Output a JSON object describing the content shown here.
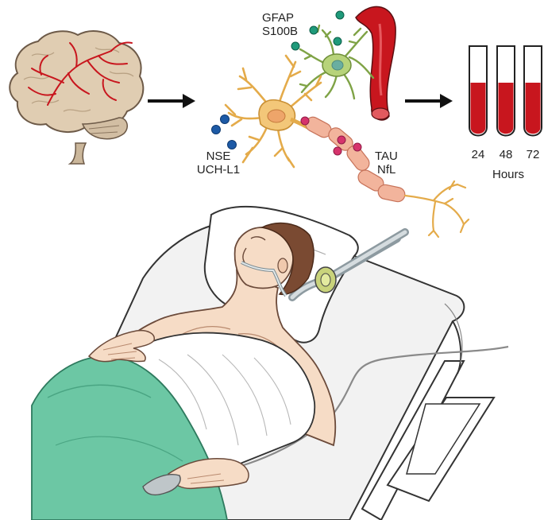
{
  "glia_markers": [
    "GFAP",
    "S100B"
  ],
  "neuron_markers": [
    "NSE",
    "UCH-L1"
  ],
  "axon_markers": [
    "TAU",
    "NfL"
  ],
  "sampling": {
    "times": [
      "24",
      "48",
      "72"
    ],
    "unit_label": "Hours"
  },
  "colors": {
    "brain": "#d9c4a8",
    "brain_vessels": "#c8161e",
    "neuron": "#f3c779",
    "astrocyte": "#b7d37a",
    "blood": "#c8161e",
    "glia_marker_dot": "#1f9a7a",
    "neuron_marker_dot": "#1d5aa6",
    "axon_marker_dot": "#d6336c",
    "blanket": "#6cc7a4",
    "skin": "#f6dcc6"
  },
  "icons": [
    "brain-icon",
    "arrow-icon",
    "neuron-icon",
    "astrocyte-icon",
    "blood-vessel-icon",
    "test-tube-icon",
    "patient-in-bed-illustration"
  ]
}
